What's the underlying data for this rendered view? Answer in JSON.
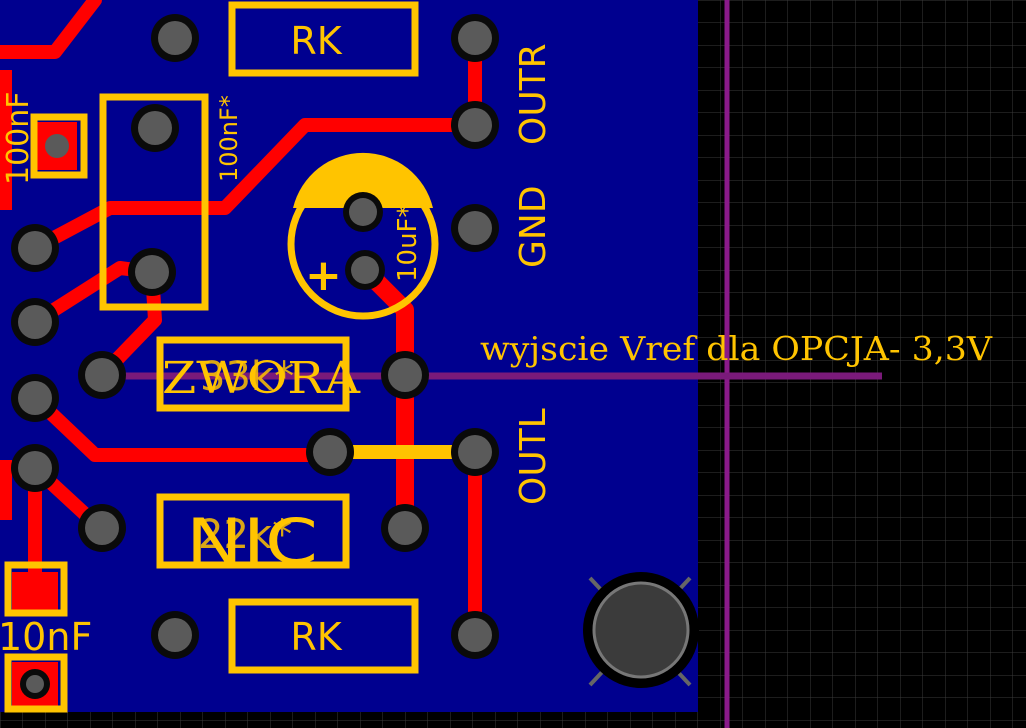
{
  "colors": {
    "background": "#000000",
    "grid": "#3a3a3a",
    "board": "#00008f",
    "copper": "#ff0000",
    "silkscreen": "#ffc400",
    "wire": "#7a1a7a",
    "pad_ring": "#0a0a0a",
    "pad_gray": "#5a5a5a"
  },
  "components": {
    "rk_top": "RK",
    "rk_bottom": "RK",
    "cap_100nF_left": "100nF",
    "cap_100nF_box": "100nF*",
    "cap_10uF": "10uF*",
    "cap_10uF_plus": "+",
    "zwora": "ZWORA",
    "zwora_overlap": "33k*",
    "nic": "NIC",
    "nic_overlap": "22k*",
    "cap_10nF": "10nF"
  },
  "connector": {
    "outr": "OUTR",
    "gnd": "GND",
    "outl": "OUTL"
  },
  "annotation": {
    "vref_note": "wyjscie Vref dla OPCJA- 3,3V"
  }
}
